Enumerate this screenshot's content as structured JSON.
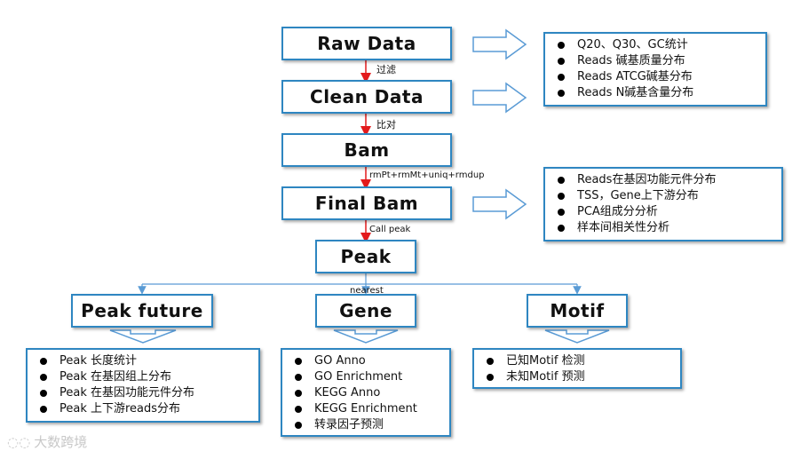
{
  "nodes": {
    "raw": "Raw Data",
    "clean": "Clean Data",
    "bam": "Bam",
    "final": "Final Bam",
    "peak": "Peak",
    "peak_future": "Peak future",
    "gene": "Gene",
    "motif": "Motif"
  },
  "edges": {
    "raw_clean": "过滤",
    "clean_bam": "比对",
    "bam_final": "rmPt+rmMt+uniq+rmdup",
    "final_peak": "Call peak",
    "peak_branch": "nearest"
  },
  "info": {
    "raw_qc": [
      "Q20、Q30、GC统计",
      "Reads 碱基质量分布",
      "Reads ATCG碱基分布",
      "Reads N碱基含量分布"
    ],
    "final_bam": [
      "Reads在基因功能元件分布",
      "TSS，Gene上下游分布",
      "PCA组成分分析",
      "样本间相关性分析"
    ],
    "peak_future": [
      "Peak 长度统计",
      "Peak 在基因组上分布",
      "Peak 在基因功能元件分布",
      "Peak 上下游reads分布"
    ],
    "gene": [
      "GO Anno",
      "GO Enrichment",
      "KEGG Anno",
      "KEGG Enrichment",
      "转录因子预测"
    ],
    "motif": [
      "已知Motif 检测",
      "未知Motif 预测"
    ]
  },
  "watermark": "大数跨境"
}
